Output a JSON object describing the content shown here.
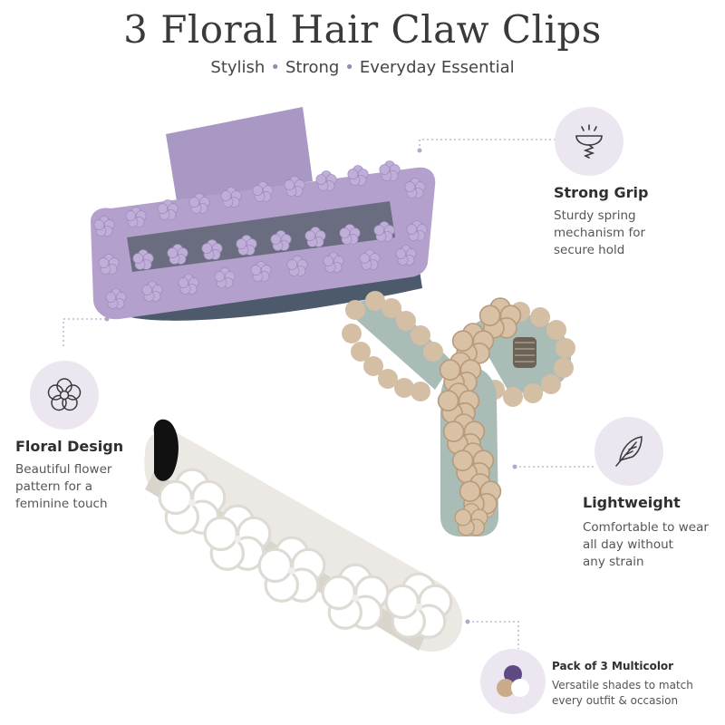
{
  "header": {
    "title": "3 Floral Hair Claw Clips",
    "tagline": [
      "Stylish",
      "Strong",
      "Everyday Essential"
    ]
  },
  "features": {
    "grip": {
      "title": "Strong Grip",
      "lines": [
        "Sturdy spring",
        "mechanism for",
        "secure hold"
      ],
      "icon": "spring-icon"
    },
    "floral": {
      "title": "Floral Design",
      "lines": [
        "Beautiful flower",
        "pattern for a",
        "feminine touch"
      ],
      "icon": "flower-icon"
    },
    "light": {
      "title": "Lightweight",
      "lines": [
        "Comfortable to wear",
        "all day without",
        "any strain"
      ],
      "icon": "feather-icon"
    },
    "pack": {
      "title": "Pack of 3 Multicolor",
      "lines": [
        "Versatile shades to match",
        "every outfit & occasion"
      ],
      "icon": "color-swatch-icon"
    }
  },
  "clips": [
    {
      "name": "purple-claw-clip",
      "color": "#b4a0cc"
    },
    {
      "name": "beige-claw-clip",
      "color": "#cdb394"
    },
    {
      "name": "white-claw-clip",
      "color": "#fafafa"
    }
  ],
  "colors": {
    "accent": "#9c86b9",
    "badge_bg": "#ece6f1",
    "purple": "#5e4a82",
    "beige": "#c9ab8a",
    "white": "#ffffff"
  }
}
